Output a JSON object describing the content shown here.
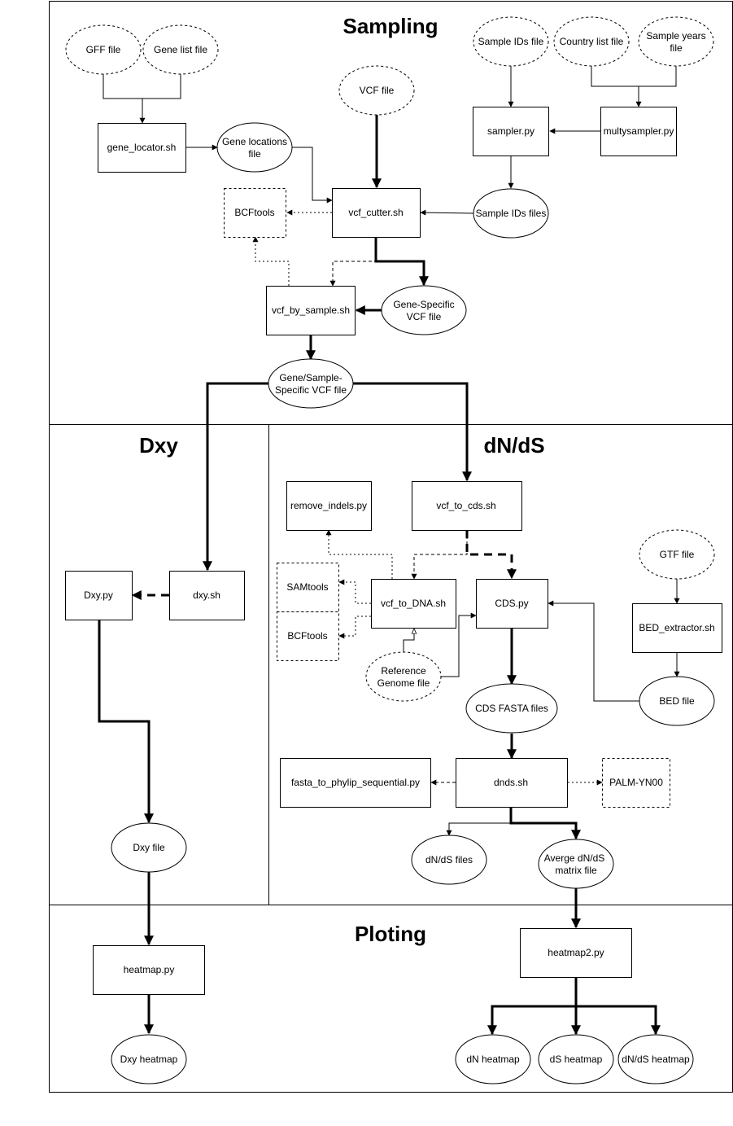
{
  "sections": {
    "sampling": "Sampling",
    "dxy": "Dxy",
    "dnds": "dN/dS",
    "ploting": "Ploting"
  },
  "nodes": {
    "gff_file": "GFF file",
    "gene_list_file": "Gene list file",
    "vcf_file": "VCF file",
    "sample_ids_file": "Sample IDs file",
    "country_list_file": "Country list file",
    "sample_years_file": [
      "Sample years",
      "file"
    ],
    "gene_locator": "gene_locator.sh",
    "gene_locations_file": [
      "Gene locations",
      "file"
    ],
    "sampler": "sampler.py",
    "multysampler": "multysampler.py",
    "bcftools_sampling": "BCFtools",
    "vcf_cutter": "vcf_cutter.sh",
    "sample_ids_files": "Sample IDs files",
    "vcf_by_sample": "vcf_by_sample.sh",
    "gene_specific_vcf": [
      "Gene-Specific",
      "VCF file"
    ],
    "gene_sample_vcf": [
      "Gene/Sample-",
      "Specific VCF file"
    ],
    "remove_indels": "remove_indels.py",
    "vcf_to_cds": "vcf_to_cds.sh",
    "gtf_file": "GTF file",
    "dxy_py": "Dxy.py",
    "dxy_sh": "dxy.sh",
    "samtools": "SAMtools",
    "vcf_to_dna": "vcf_to_DNA.sh",
    "cds_py": "CDS.py",
    "bed_extractor": "BED_extractor.sh",
    "bcftools_dnds": "BCFtools",
    "reference_genome": [
      "Reference",
      "Genome file"
    ],
    "cds_fasta": "CDS FASTA files",
    "bed_file": "BED file",
    "fasta_to_phylip": "fasta_to_phylip_sequential.py",
    "dnds_sh": "dnds.sh",
    "palm_yn00": "PALM-YN00",
    "dxy_file": "Dxy file",
    "dnds_files": "dN/dS files",
    "average_matrix": [
      "Averge dN/dS",
      "matrix file"
    ],
    "heatmap_py": "heatmap.py",
    "heatmap2_py": "heatmap2.py",
    "dxy_heatmap": "Dxy heatmap",
    "dn_heatmap": "dN heatmap",
    "ds_heatmap": "dS heatmap",
    "dnds_heatmap": "dN/dS heatmap"
  }
}
